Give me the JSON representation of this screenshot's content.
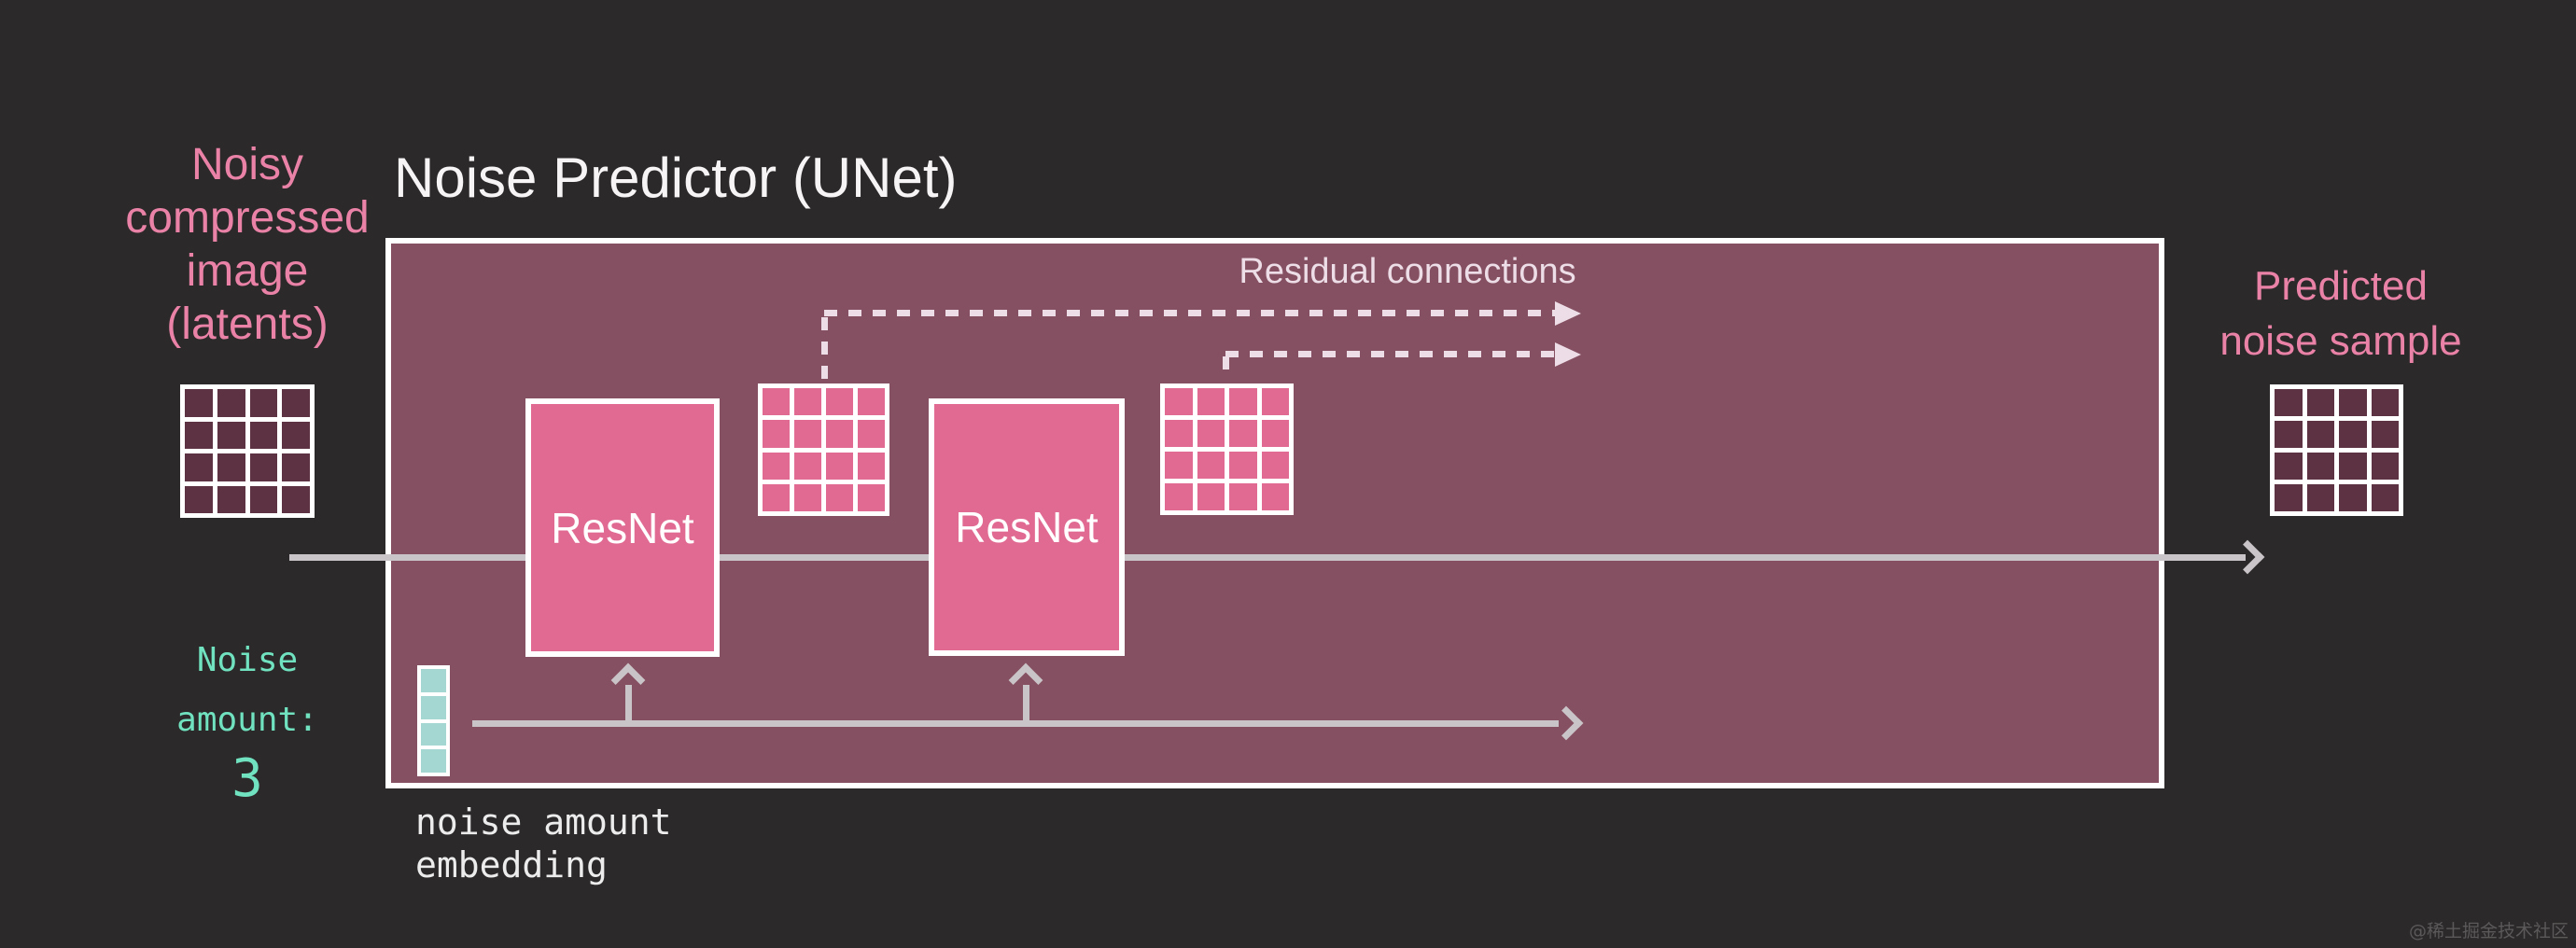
{
  "colors": {
    "bg": "#2b2929",
    "box-fill": "#855061",
    "pink": "#e16a92",
    "dark-cell": "#5d3343",
    "teal-cell": "#a5d7d2",
    "arrow": "#c9c4c7",
    "dash": "#eddde6",
    "pink-text": "#e982a6",
    "mint": "#70e2bf",
    "light-text": "#edecec",
    "watermark": "#5b5959",
    "white": "#ffffff",
    "title-text": "#f6f4f5"
  },
  "title": "Noise Predictor (UNet)",
  "left_label": {
    "lines": [
      "Noisy",
      "compressed",
      "image",
      "(latents)"
    ]
  },
  "right_label": {
    "lines": [
      "Predicted",
      "noise sample"
    ]
  },
  "residual_label": "Residual connections",
  "resnet1_label": "ResNet",
  "resnet2_label": "ResNet",
  "noise_amount": {
    "line1": "Noise",
    "line2": "amount:",
    "value": "3"
  },
  "embedding_label": {
    "lines": [
      "noise amount",
      "embedding"
    ]
  },
  "watermark": "@稀土掘金技术社区",
  "grids": {
    "latents": {
      "rows": 4,
      "cols": 4,
      "cell_color": "dark-cell"
    },
    "feature1": {
      "rows": 4,
      "cols": 4,
      "cell_color": "pink"
    },
    "feature2": {
      "rows": 4,
      "cols": 4,
      "cell_color": "pink"
    },
    "predicted": {
      "rows": 4,
      "cols": 4,
      "cell_color": "dark-cell"
    },
    "embedding": {
      "rows": 4,
      "cols": 1,
      "cell_color": "teal-cell"
    }
  }
}
